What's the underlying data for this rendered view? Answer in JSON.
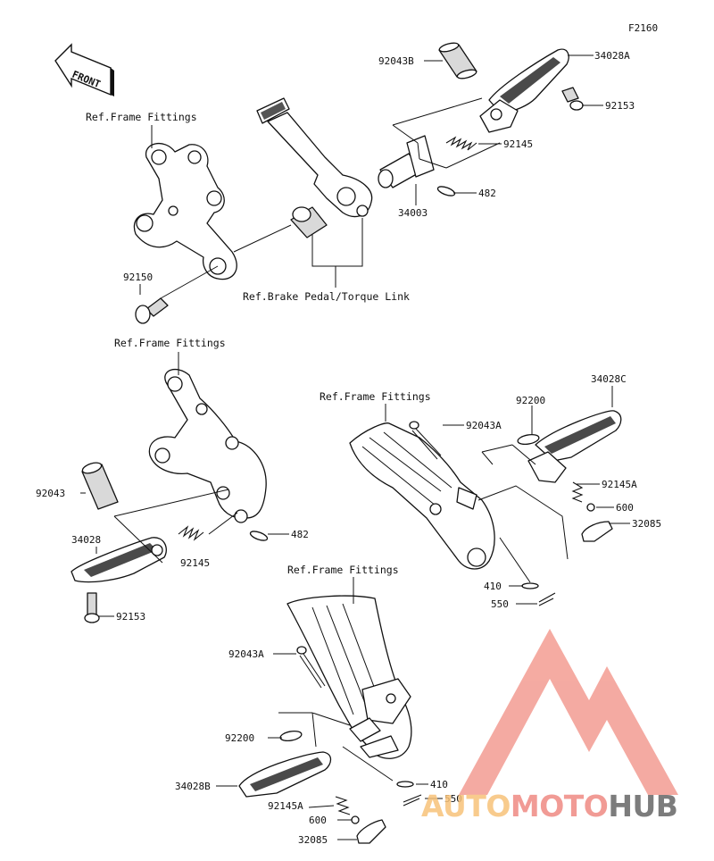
{
  "diagram_code": "F2160",
  "front_label": "FRONT",
  "references": {
    "frame_fittings": "Ref.Frame Fittings",
    "brake_pedal": "Ref.Brake Pedal/Torque Link"
  },
  "parts": {
    "p92043B": "92043B",
    "p34028A": "34028A",
    "p92153_top": "92153",
    "p92145_top": "92145",
    "p482_top": "482",
    "p34003": "34003",
    "p92150": "92150",
    "p92043": "92043",
    "p34028": "34028",
    "p92145_left": "92145",
    "p482_left": "482",
    "p92153_left": "92153",
    "p92200_right": "92200",
    "p34028C": "34028C",
    "p92043A_right": "92043A",
    "p92145A_right": "92145A",
    "p600_right": "600",
    "p32085_right": "32085",
    "p410_right": "410",
    "p550_right": "550",
    "p92043A_bottom": "92043A",
    "p92200_bottom": "92200",
    "p34028B": "34028B",
    "p92145A_bottom": "92145A",
    "p600_bottom": "600",
    "p32085_bottom": "32085",
    "p410_bottom": "410",
    "p550_bottom": "550"
  },
  "watermark": {
    "part1": "AUTO",
    "part2": "MOTO",
    "part3": "HUB",
    "color1": "#f7c27a",
    "color2": "#ef8a83",
    "color3": "#666666"
  }
}
